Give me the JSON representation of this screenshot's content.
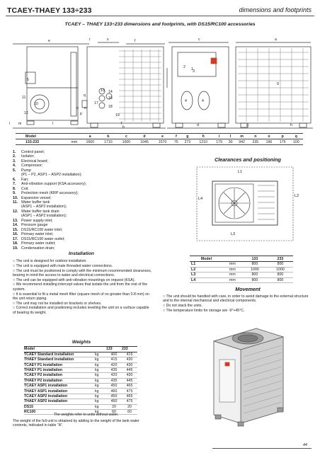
{
  "header": {
    "title": "TCAEY-THAEY 133÷233",
    "section": "dimensions and footprints",
    "subtitle": "TCAEY – THAEY 133÷233 dimensions and footprints, with DS15/RC100 accessories"
  },
  "drawing_labels": {
    "letters": [
      "a",
      "b",
      "c",
      "d",
      "e",
      "f",
      "g",
      "h",
      "i",
      "l",
      "m",
      "n",
      "o",
      "p",
      "q",
      "r",
      "s"
    ],
    "numbers": [
      "1",
      "2",
      "3",
      "4",
      "5",
      "6",
      "7",
      "8",
      "9",
      "10",
      "11",
      "12",
      "13",
      "14",
      "16",
      "17",
      "18",
      "19"
    ]
  },
  "dims_table": {
    "headers": [
      "Model",
      "a",
      "b",
      "c",
      "d",
      "e",
      "f",
      "g",
      "h",
      "i",
      "l",
      "m",
      "n",
      "o",
      "p",
      "q"
    ],
    "row": [
      "133-233",
      "mm",
      "1660",
      "1710",
      "1000",
      "1045",
      "1570",
      "75",
      "273",
      "1210",
      "179",
      "30",
      "942",
      "235",
      "196",
      "175",
      "100"
    ]
  },
  "legend": [
    {
      "num": "1.",
      "text": "Control panel;"
    },
    {
      "num": "2.",
      "text": "Isolator;"
    },
    {
      "num": "3.",
      "text": "Electrical board;"
    },
    {
      "num": "4.",
      "text": "Compressor;"
    },
    {
      "num": "5.",
      "text": "Pump"
    },
    {
      "num": "",
      "text": "(P1 – P2, ASP1 – ASP2 installation);"
    },
    {
      "num": "6.",
      "text": "Fan;"
    },
    {
      "num": "7.",
      "text": "Anti-vibration support (KSA accessory);"
    },
    {
      "num": "8.",
      "text": "Coil;"
    },
    {
      "num": "9.",
      "text": "Protection mesh (KRP accessory);"
    },
    {
      "num": "10.",
      "text": "Expansion vessel;"
    },
    {
      "num": "11.",
      "text": "Water buffer tank"
    },
    {
      "num": "",
      "text": "(ASP1 – ASP2 installation);"
    },
    {
      "num": "12.",
      "text": "Water buffer tank drain"
    },
    {
      "num": "",
      "text": "(ASP1 – ASP2 installation);"
    },
    {
      "num": "13.",
      "text": "Power supply inlet;"
    },
    {
      "num": "14.",
      "text": "Pressure gauge"
    },
    {
      "num": "15.",
      "text": "DS15/RC100 water inlet;"
    },
    {
      "num": "16.",
      "text": "Primary water inlet;"
    },
    {
      "num": "17.",
      "text": "DS15/RC100 water outlet;"
    },
    {
      "num": "18.",
      "text": "Primary water outlet;"
    },
    {
      "num": "19.",
      "text": "Condensation drain;"
    }
  ],
  "installation": {
    "title": "Installation",
    "paragraphs": [
      "○ The unit is designed for outdoor installation.",
      "○ The unit is equipped with male threaded water connections.",
      "○ The unit must be positioned to comply with the minimum recommended clearances, bearing in mind the access to water and electrical connections.",
      "○ The unit can be equipped with anti-vibration mountings on request (KSA).",
      "○ We recommend installing intercept valves that isolate the unit from the rest of the system.",
      "○ It is essential to fit a metal mesh filter (square mesh of no greater than 0.8 mm) on the unit return piping.",
      "○ The unit may not be installed on brackets or shelves.",
      "○ Correct installation and positioning includes levelling the unit on a surface capable of bearing its weight."
    ]
  },
  "weights": {
    "title": "Weights",
    "headers": [
      "Model",
      "",
      "133",
      "233"
    ],
    "rows": [
      {
        "label": "TCAEY Standard installation",
        "unit": "kg",
        "v1": "400",
        "v2": "415"
      },
      {
        "label": "THAEY Standard installation",
        "unit": "kg",
        "v1": "415",
        "v2": "430"
      },
      {
        "label": "TCAEY P1 installation",
        "unit": "kg",
        "v1": "420",
        "v2": "430"
      },
      {
        "label": "THAEY P1 installation",
        "unit": "kg",
        "v1": "435",
        "v2": "445"
      },
      {
        "label": "TCAEY P2 installation",
        "unit": "kg",
        "v1": "420",
        "v2": "430"
      },
      {
        "label": "THAEY P2 installation",
        "unit": "kg",
        "v1": "435",
        "v2": "445"
      },
      {
        "label": "TCAEY ASP1 installation",
        "unit": "kg",
        "v1": "450",
        "v2": "465"
      },
      {
        "label": "THAEY ASP1 installation",
        "unit": "kg",
        "v1": "460",
        "v2": "475"
      },
      {
        "label": "TCAEY ASP2 installation",
        "unit": "kg",
        "v1": "450",
        "v2": "465"
      },
      {
        "label": "THAEY ASP2 installation",
        "unit": "kg",
        "v1": "460",
        "v2": "475"
      },
      {
        "label": "DS15",
        "unit": "kg",
        "v1": "20",
        "v2": "20"
      },
      {
        "label": "RC100",
        "unit": "kg",
        "v1": "60",
        "v2": "60"
      }
    ],
    "note1": "The weights refer to units without water.",
    "note2": "The weight of the full unit is obtained by adding to the weight of the tank water contents, indicated in table \"A\"."
  },
  "clearances": {
    "title": "Clearances and positioning",
    "labels": [
      "L1",
      "L2",
      "L3",
      "L4"
    ],
    "headers": [
      "Model",
      "",
      "133",
      "233"
    ],
    "rows": [
      {
        "label": "L1",
        "unit": "mm",
        "v1": "800",
        "v2": "800"
      },
      {
        "label": "L2",
        "unit": "mm",
        "v1": "1000",
        "v2": "1000"
      },
      {
        "label": "L3",
        "unit": "mm",
        "v1": "800",
        "v2": "800"
      },
      {
        "label": "L4",
        "unit": "mm",
        "v1": "800",
        "v2": "800"
      }
    ]
  },
  "movement": {
    "title": "Movement",
    "paragraphs": [
      "○ The unit should be handled with care, in order to avoid damage to the external structure and to the internal mechanical and electrical components.",
      "○ Do not stack the units.",
      "○ The temperature limits for storage are -9°+45°C."
    ]
  },
  "page_number": "44",
  "colors": {
    "accent_red": "#c8402a",
    "line": "#333333"
  }
}
